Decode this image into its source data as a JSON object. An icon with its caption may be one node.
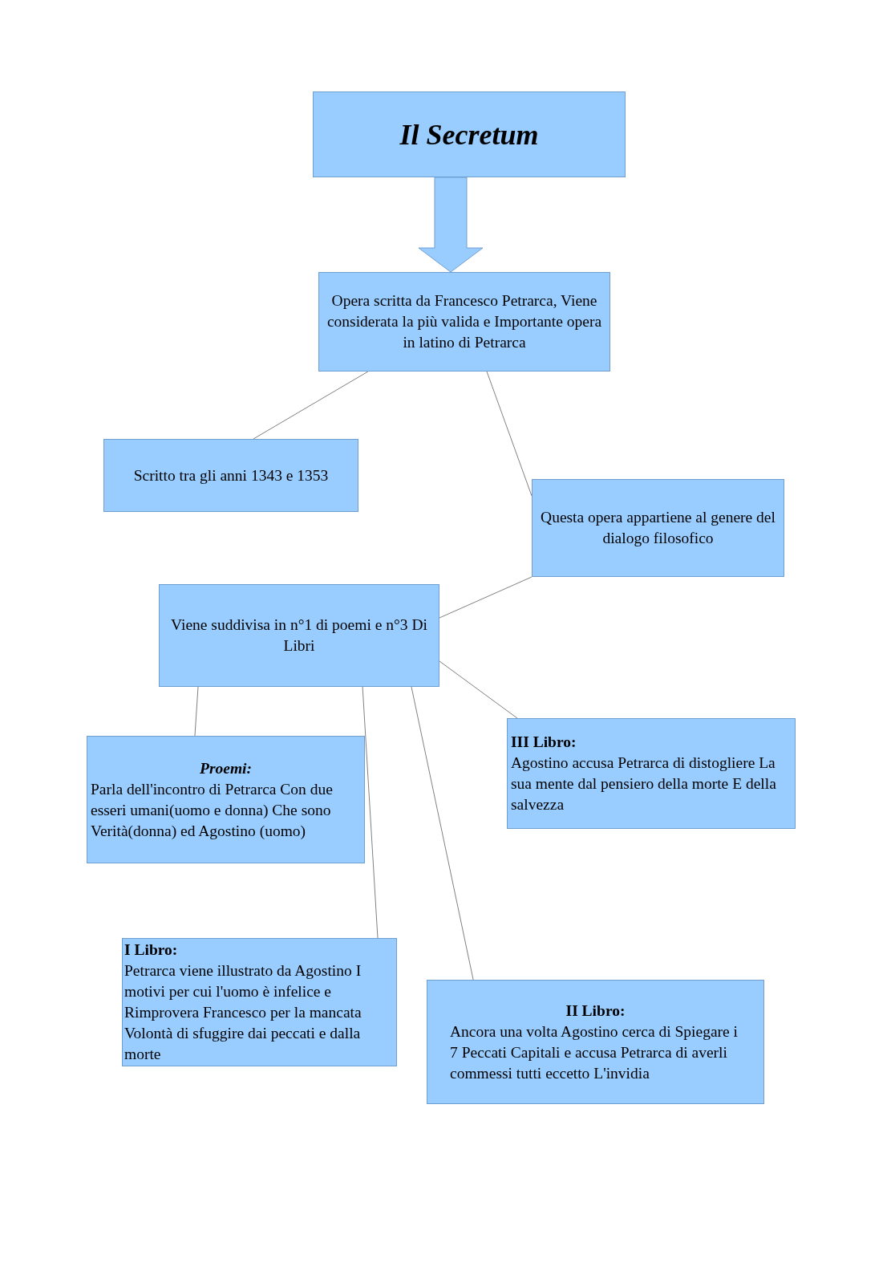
{
  "diagram": {
    "nodes": [
      {
        "text": [
          "Il Secretum"
        ]
      },
      {
        "text": [
          "Opera scritta da Francesco Petrarca, Viene considerata la più valida e Importante opera in latino di Petrarca"
        ]
      },
      {
        "text": [
          "Scritto tra gli anni 1343 e 1353"
        ]
      },
      {
        "text": [
          "Questa opera appartiene al genere del dialogo filosofico"
        ]
      },
      {
        "text": [
          "Viene suddivisa in n°1 di poemi e n°3 Di Libri"
        ]
      },
      {
        "text": [
          "Proemi:",
          "Parla dell'incontro di Petrarca Con due esseri umani(uomo e donna) Che sono Verità(donna) ed Agostino (uomo)"
        ]
      },
      {
        "text": [
          "III Libro:",
          "Agostino accusa Petrarca di distogliere La sua mente dal pensiero della morte E della salvezza"
        ]
      },
      {
        "text": [
          "I Libro:",
          "Petrarca viene illustrato da Agostino I motivi per cui l'uomo è infelice e Rimprovera Francesco per la mancata Volontà di sfuggire dai peccati e dalla morte"
        ]
      },
      {
        "text": [
          "II Libro:",
          "Ancora una volta Agostino cerca di Spiegare i 7 Peccati Capitali e accusa Petrarca di averli commessi tutti eccetto L'invidia"
        ]
      }
    ],
    "edges": [
      {
        "from": 0,
        "to": 1,
        "arrow": "to",
        "style": "thick"
      },
      {
        "from": 1,
        "to": 2,
        "arrow": "none"
      },
      {
        "from": 1,
        "to": 3,
        "arrow": "none"
      },
      {
        "from": 3,
        "to": 4,
        "arrow": "none"
      },
      {
        "from": 4,
        "to": 5,
        "arrow": "none"
      },
      {
        "from": 4,
        "to": 7,
        "arrow": "none"
      },
      {
        "from": 4,
        "to": 8,
        "arrow": "none"
      },
      {
        "from": 4,
        "to": 6,
        "arrow": "none"
      }
    ]
  }
}
